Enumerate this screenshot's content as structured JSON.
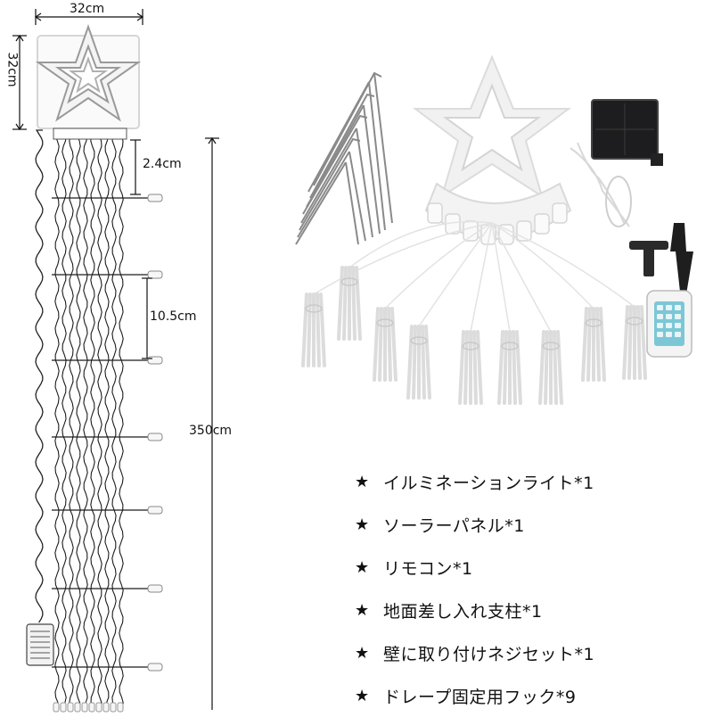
{
  "dimensions": {
    "width_label": "32cm",
    "height_label": "32cm",
    "gap_label": "2.4cm",
    "spacing_label": "10.5cm",
    "length_label": "350cm"
  },
  "contents": [
    {
      "icon": "star-icon",
      "label": "イルミネーションライト*1"
    },
    {
      "icon": "star-icon",
      "label": "ソーラーパネル*1"
    },
    {
      "icon": "star-icon",
      "label": "リモコン*1"
    },
    {
      "icon": "star-icon",
      "label": "地面差し入れ支柱*1"
    },
    {
      "icon": "star-icon",
      "label": "壁に取り付けネジセット*1"
    },
    {
      "icon": "star-icon",
      "label": "ドレープ固定用フック*9"
    }
  ],
  "colors": {
    "line": "#1a1a1a",
    "star_outline": "#cfcfcf",
    "product": "#ececec"
  }
}
